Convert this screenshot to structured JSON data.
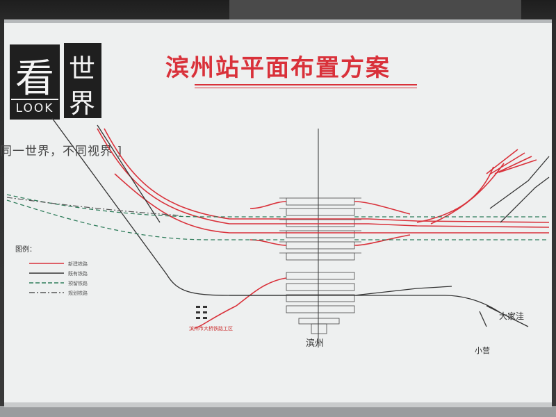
{
  "title": "滨州站平面布置方案",
  "logo": {
    "left_char": "看",
    "right_chars": [
      "世",
      "界"
    ],
    "look": "LOOK"
  },
  "slogan": "同一世界，不同视界 ]",
  "legend": {
    "title": "图例：",
    "items": [
      {
        "label": "新建铁路",
        "color": "#d9313a",
        "style": "solid"
      },
      {
        "label": "既有铁路",
        "color": "#333333",
        "style": "solid"
      },
      {
        "label": "预留铁路",
        "color": "#2f7d5b",
        "style": "dashed"
      },
      {
        "label": "规划铁路",
        "color": "#555555",
        "style": "dash-dot"
      }
    ]
  },
  "labels": {
    "station": "滨州",
    "dajiawa": "大家洼",
    "xiaoying": "小营",
    "bottom_left_note": "滨州市大桥铁路工区"
  },
  "colors": {
    "new_rail": "#d9313a",
    "existing_rail": "#333333",
    "reserved_rail": "#2f7d5b",
    "title": "#d9313a"
  }
}
